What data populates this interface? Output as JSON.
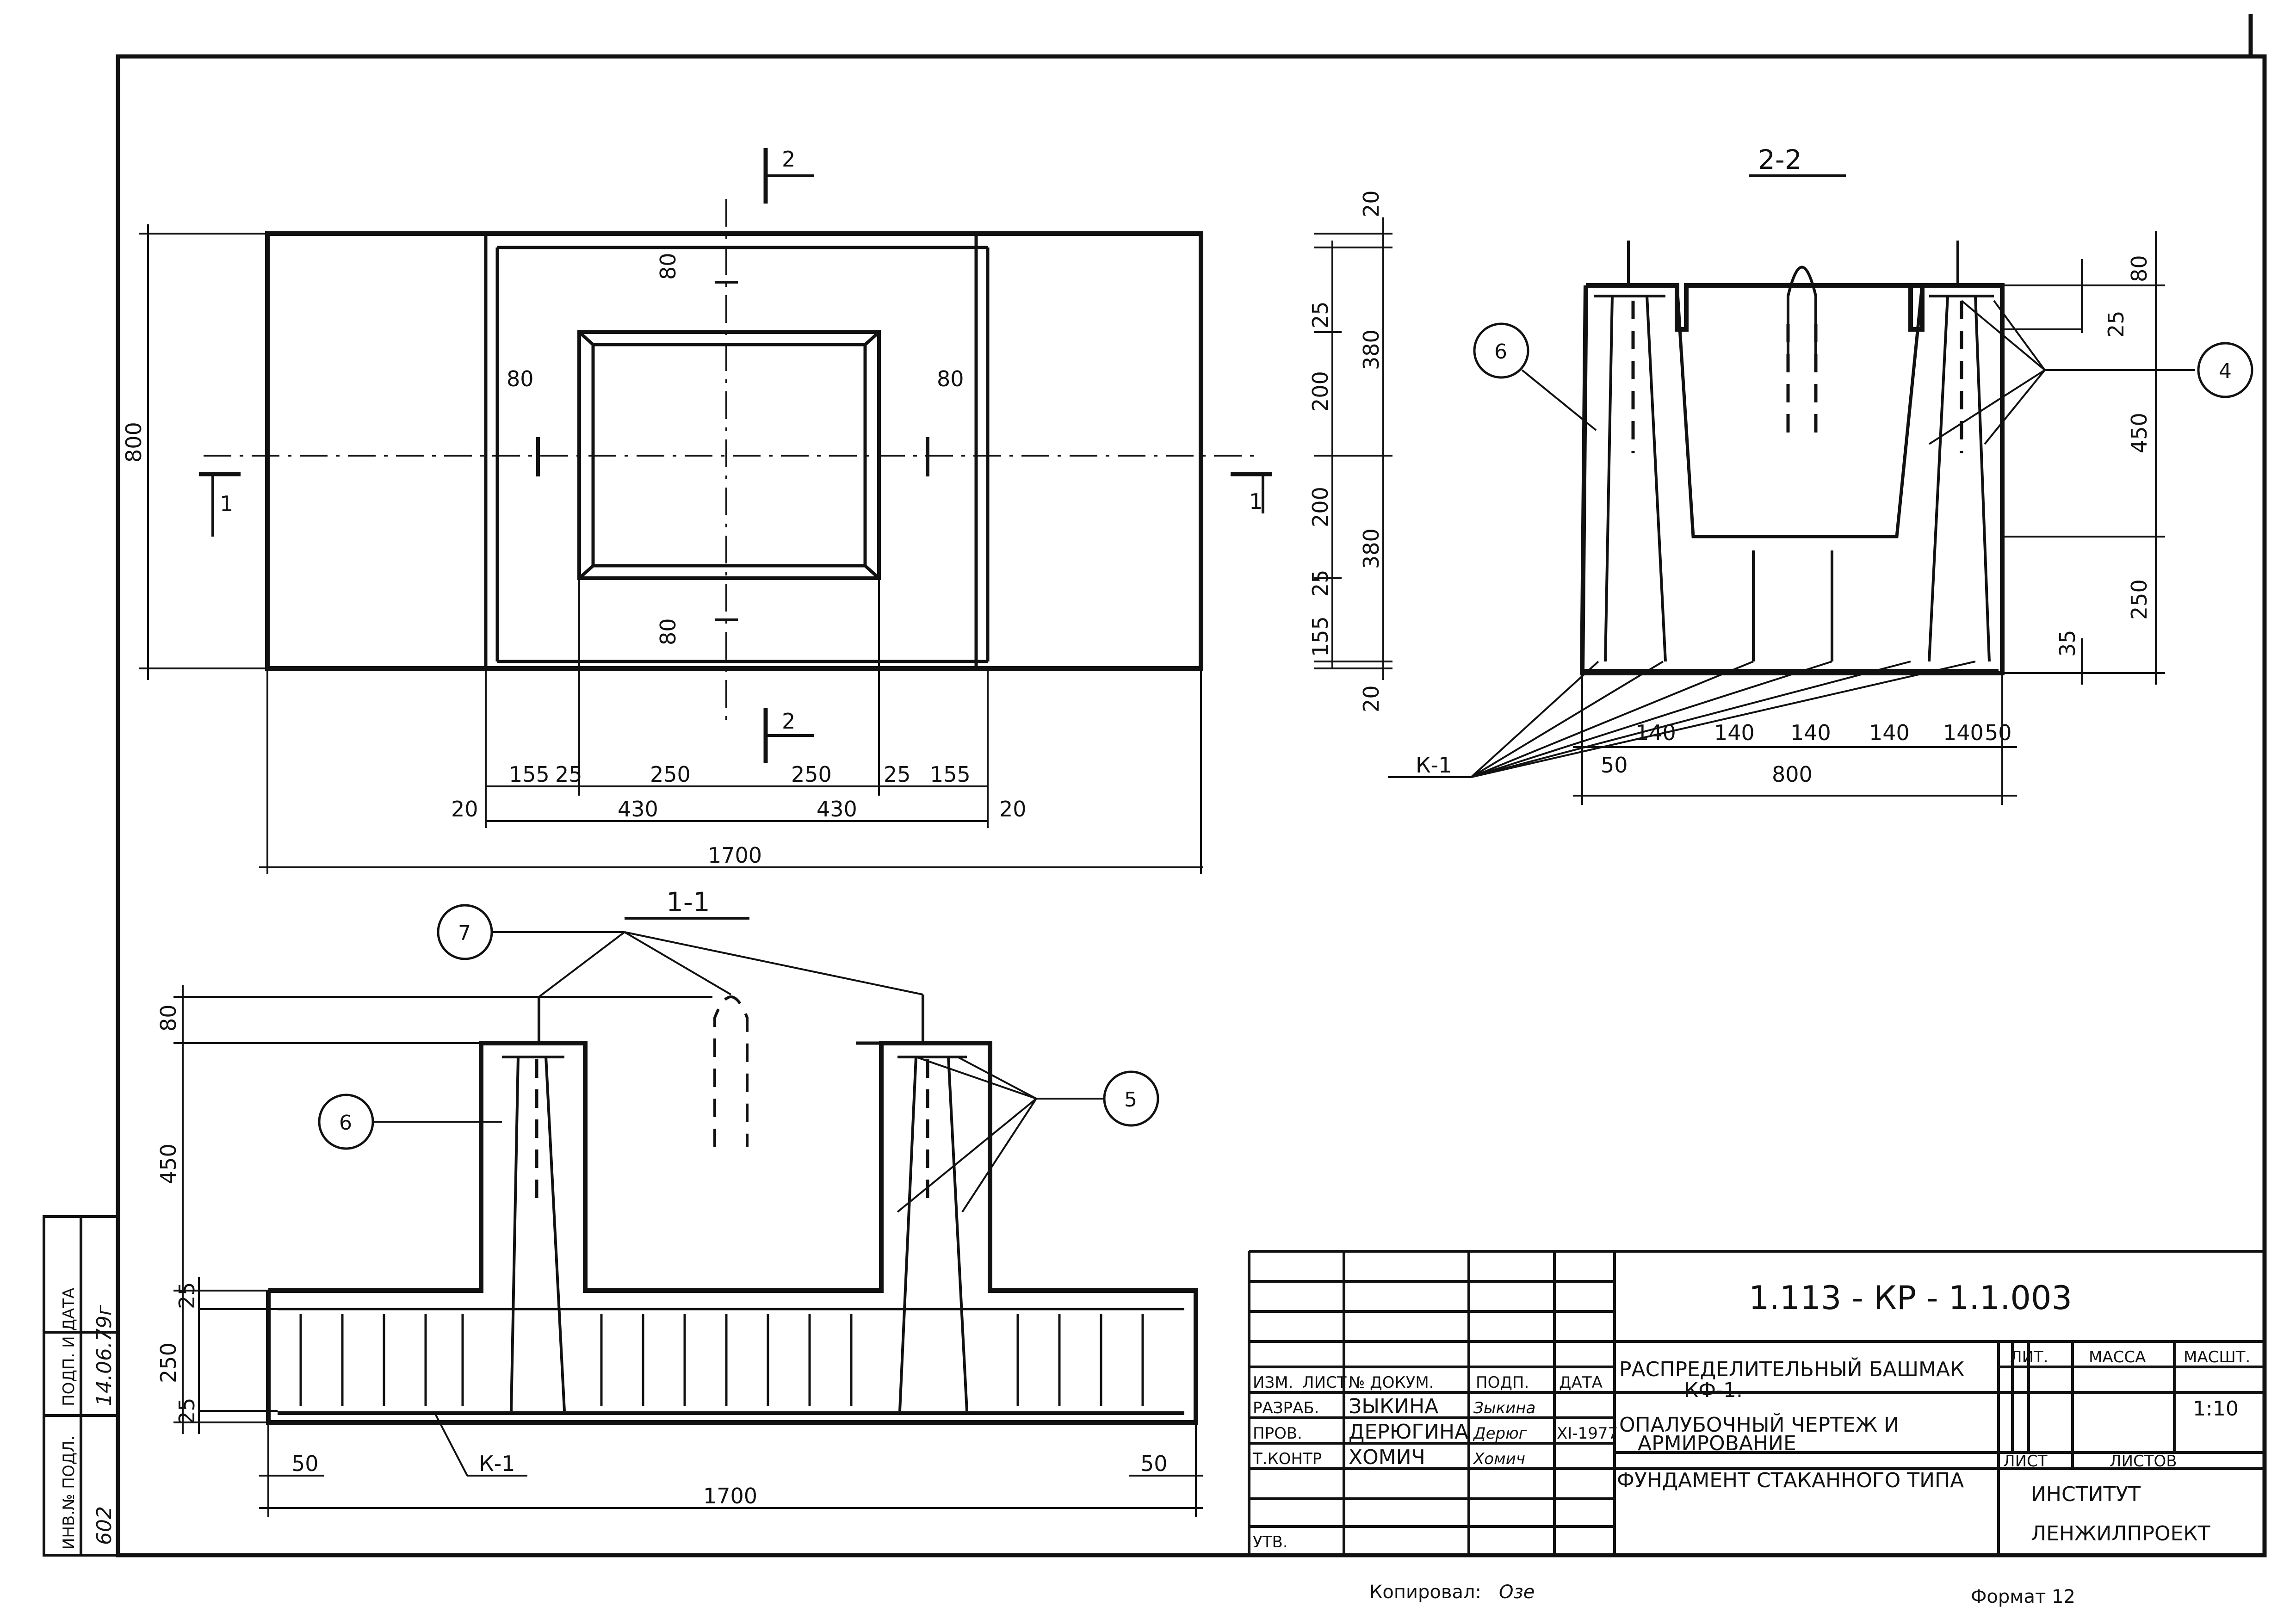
{
  "plan": {
    "section_marks": {
      "top": "2",
      "bottom": "2",
      "left": "1",
      "right": "1"
    },
    "dims_top_row": [
      "155",
      "25",
      "250",
      "250",
      "25",
      "155"
    ],
    "dims_mid_row": [
      "20",
      "430",
      "430",
      "20"
    ],
    "dims_overall": "1700",
    "dims_right": [
      "20",
      "380",
      "25",
      "200",
      "200",
      "25",
      "155",
      "380",
      "20"
    ],
    "dims_left": "800",
    "dims_inner": [
      "80",
      "80",
      "80",
      "80"
    ]
  },
  "section_11": {
    "title": "1-1",
    "dims_left": [
      "80",
      "450",
      "25",
      "250",
      "25"
    ],
    "dims_bottom": [
      "50",
      "1700",
      "50"
    ],
    "callouts": [
      "7",
      "6",
      "5"
    ],
    "rebar_label": "К-1"
  },
  "section_22": {
    "title": "2-2",
    "dims_right": [
      "80",
      "25",
      "450",
      "250",
      "35"
    ],
    "dims_bottom": [
      "140",
      "140",
      "140",
      "140",
      "140",
      "50",
      "50",
      "800"
    ],
    "callouts": [
      "6",
      "4"
    ],
    "rebar_label": "К-1"
  },
  "title_block": {
    "doc_code": "1.113 - КР - 1.1.003",
    "header": [
      "ИЗМ.",
      "ЛИСТ",
      "№ ДОКУМ.",
      "ПОДП.",
      "ДАТА"
    ],
    "rows": [
      {
        "role": "РАЗРАБ.",
        "name": "ЗЫКИНА",
        "sign": "Зыкина"
      },
      {
        "role": "ПРОВ.",
        "name": "ДЕРЮГИНА",
        "sign": "Дерюг",
        "date": "XI-1977"
      },
      {
        "role": "Т.КОНТР",
        "name": "ХОМИЧ",
        "sign": "Хомич"
      },
      {
        "role": "УТВ.",
        "name": "",
        "sign": ""
      }
    ],
    "description": [
      "РАСПРЕДЕЛИТЕЛЬНЫЙ БАШМАК",
      "КФ-1.",
      "ОПАЛУБОЧНЫЙ ЧЕРТЕЖ И",
      "АРМИРОВАНИЕ"
    ],
    "foundation_type": "ФУНДАМЕНТ СТАКАННОГО ТИПА",
    "lit_label": "ЛИТ.",
    "mass_label": "МАССА",
    "scale_label": "МАСШТ.",
    "scale_value": "1:10",
    "sheet_label": "ЛИСТ",
    "sheets_label": "ЛИСТОВ",
    "institute": [
      "ИНСТИТУТ",
      "ЛЕНЖИЛПРОЕКТ"
    ]
  },
  "side_stamp": {
    "labels": [
      "ИНВ.№ ПОДЛ.",
      "ПОДП. И ДАТА"
    ],
    "values": [
      "602",
      "14.06.79г"
    ]
  },
  "footer": {
    "copied": "Копировал:",
    "copied_sign": "Озе",
    "format": "Формат 12"
  }
}
